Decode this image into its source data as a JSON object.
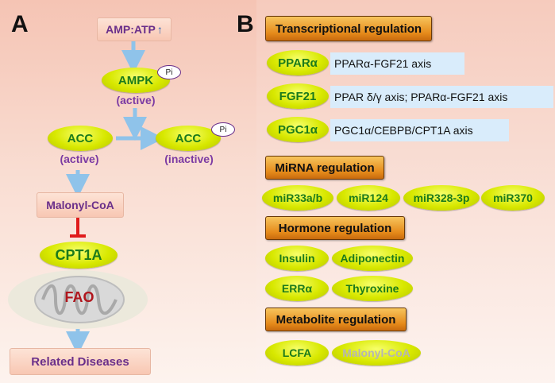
{
  "panel_a": {
    "letter": "A",
    "amp_atp": "AMP:ATP",
    "up_arrow": "↑",
    "ampk": "AMPK",
    "ampk_state": "(active)",
    "pi_ampk": "Pi",
    "acc_left": "ACC",
    "acc_left_state": "(active)",
    "acc_right": "ACC",
    "acc_right_state": "(inactive)",
    "pi_acc": "Pi",
    "malonyl": "Malonyl-CoA",
    "cpt1a": "CPT1A",
    "fao": "FAO",
    "diseases": "Related Diseases"
  },
  "panel_b": {
    "letter": "B",
    "transcriptional": {
      "header": "Transcriptional regulation",
      "rows": [
        {
          "factor": "PPARα",
          "axis": "PPARα-FGF21 axis"
        },
        {
          "factor": "FGF21",
          "axis": "PPAR δ/γ axis; PPARα-FGF21 axis"
        },
        {
          "factor": "PGC1α",
          "axis": "PGC1α/CEBPB/CPT1A axis"
        }
      ]
    },
    "mirna": {
      "header": "MiRNA regulation",
      "items": [
        "miR33a/b",
        "miR124",
        "miR328-3p",
        "miR370"
      ]
    },
    "hormone": {
      "header": "Hormone regulation",
      "items": [
        "Insulin",
        "Adiponectin",
        "ERRα",
        "Thyroxine"
      ]
    },
    "metabolite": {
      "header": "Metabolite regulation",
      "items": [
        "LCFA",
        "Malonyl-CoA"
      ]
    }
  },
  "colors": {
    "background_gradient_top": "#f6cbbd",
    "ellipse_yellow": "#d8e800",
    "ellipse_text": "#1b7a1b",
    "arrow_blue": "#8fc3ea",
    "inhibit_red": "#e01b1b",
    "fao_text": "#b0151c",
    "header_orange": "#e58a1a",
    "axis_box_blue": "#d9ecfb",
    "purple_text": "#7b3aa3"
  }
}
